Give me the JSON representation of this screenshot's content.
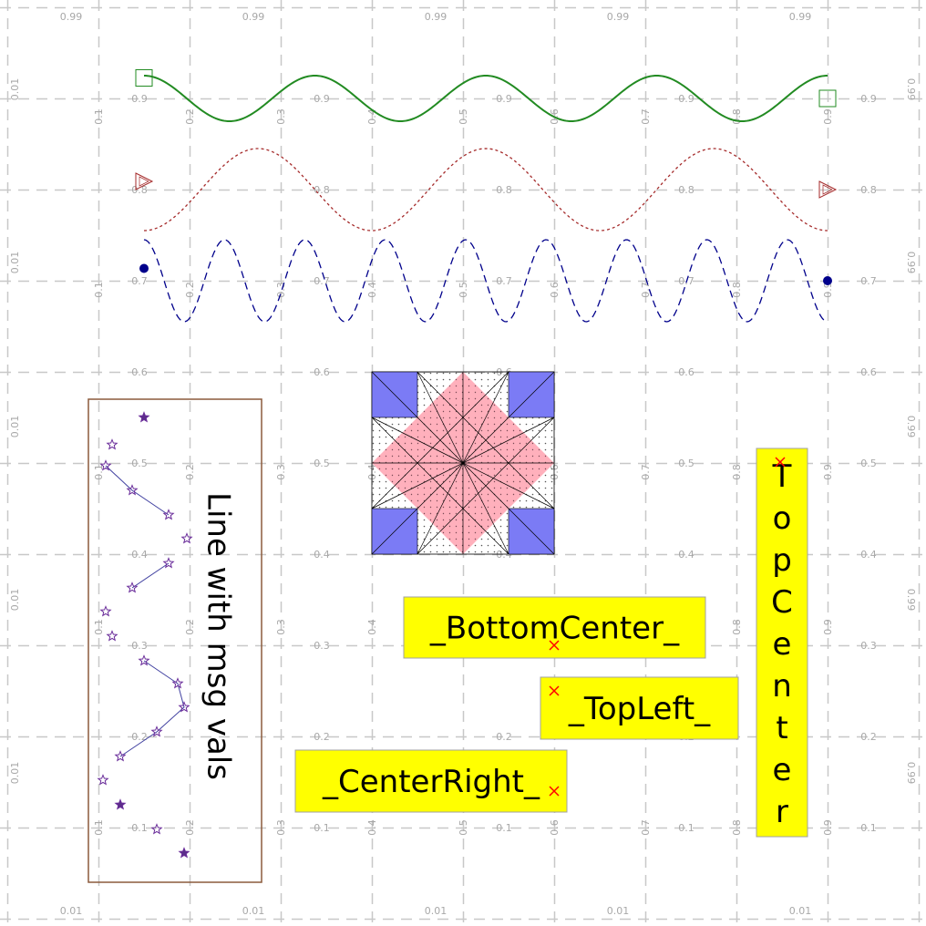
{
  "chart_data": {
    "type": "line",
    "axis_ticks": {
      "top": [
        "0.99",
        "0.99",
        "0.99",
        "0.99",
        "0.99"
      ],
      "bottom": [
        "0.01",
        "0.01",
        "0.01",
        "0.01",
        "0.01"
      ],
      "left": [
        "0.01",
        "0.01",
        "0.01",
        "0.01",
        "0.01"
      ],
      "right": [
        "0.99",
        "0.99",
        "0.99",
        "0.99",
        "0.99"
      ],
      "inner_horizontal": [
        "0.1",
        "0.2",
        "0.3",
        "0.4",
        "0.5",
        "0.6",
        "0.7",
        "0.8",
        "0.9"
      ],
      "inner_vertical": [
        "0.1",
        "0.2",
        "0.3",
        "0.4",
        "0.5",
        "0.6",
        "0.7",
        "0.8",
        "0.9"
      ]
    },
    "grid": true,
    "xlim": [
      0,
      1
    ],
    "ylim": [
      0,
      1
    ],
    "waves": [
      {
        "style": "solid",
        "color": "#228b22",
        "x_start": 0.15,
        "x_end": 0.9,
        "y_center": 0.9,
        "amplitude": 0.025,
        "cycles": 4,
        "marker": "square"
      },
      {
        "style": "dotted",
        "color": "#a52a2a",
        "x_start": 0.15,
        "x_end": 0.9,
        "y_center": 0.8,
        "amplitude": 0.045,
        "cycles": 3,
        "marker": "triangle"
      },
      {
        "style": "dashed",
        "color": "#00008b",
        "x_start": 0.15,
        "x_end": 0.9,
        "y_center": 0.7,
        "amplitude": 0.045,
        "cycles": 8.5,
        "marker": "circle"
      }
    ],
    "star_panel": {
      "title": "Line with msg vals",
      "border_color": "#8b5a3c",
      "points": [
        [
          0.15,
          0.55
        ],
        [
          0.115,
          0.52
        ],
        [
          0.108,
          0.497
        ],
        [
          0.137,
          0.47
        ],
        [
          0.177,
          0.443
        ],
        [
          0.197,
          0.417
        ],
        [
          0.177,
          0.39
        ],
        [
          0.137,
          0.363
        ],
        [
          0.108,
          0.337
        ],
        [
          0.115,
          0.31
        ],
        [
          0.15,
          0.283
        ],
        [
          0.187,
          0.258
        ],
        [
          0.194,
          0.232
        ],
        [
          0.164,
          0.205
        ],
        [
          0.124,
          0.178
        ],
        [
          0.105,
          0.152
        ],
        [
          0.124,
          0.125
        ],
        [
          0.164,
          0.098
        ],
        [
          0.194,
          0.072
        ]
      ],
      "segments": [
        [
          2,
          4
        ],
        [
          6,
          7
        ],
        [
          10,
          14
        ]
      ]
    },
    "pattern_tile": {
      "center": [
        0.5,
        0.5
      ],
      "half_size": 0.1
    },
    "text_labels": [
      {
        "text": "_BottomCenter_",
        "anchor": "bottom-center",
        "x": 0.6,
        "y": 0.3
      },
      {
        "text": "_TopLeft_",
        "anchor": "top-left",
        "x": 0.6,
        "y": 0.25
      },
      {
        "text": "_CenterRight_",
        "anchor": "center-right",
        "x": 0.6,
        "y": 0.14
      },
      {
        "text": "TopCenter",
        "anchor": "top-center",
        "x": 0.85,
        "y": 0.5,
        "rotation": -90
      }
    ]
  }
}
